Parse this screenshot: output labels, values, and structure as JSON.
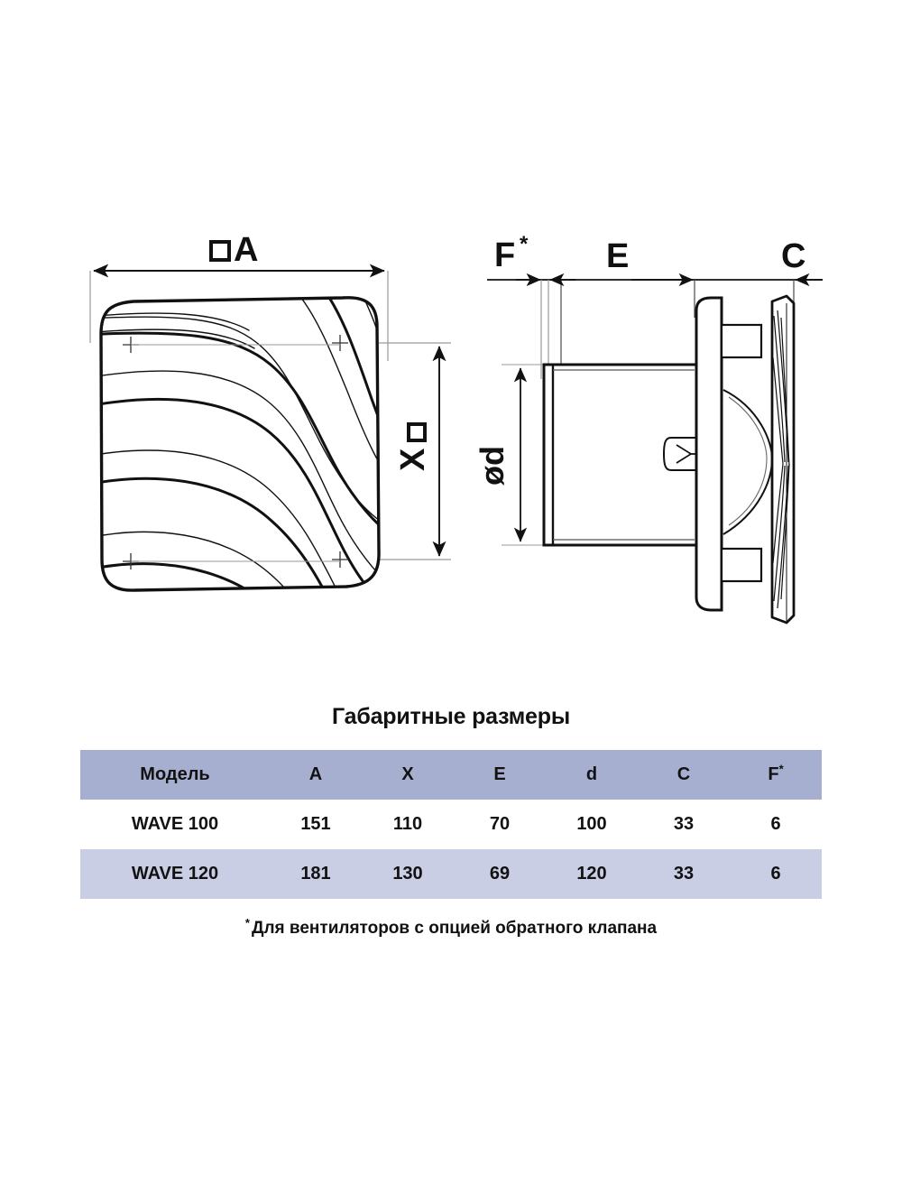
{
  "drawing": {
    "front_view": {
      "name": "front-view",
      "width_dim_label": "□A",
      "height_dim_label": "□X",
      "crosshair_count": 4,
      "wave_curve_count": 7
    },
    "side_view": {
      "name": "side-view",
      "dim_labels": {
        "f": "F",
        "f_superscript": "*",
        "e": "E",
        "c": "C",
        "d": "ød"
      }
    }
  },
  "table": {
    "title": "Габаритные размеры",
    "headers": {
      "model": "Модель",
      "a": "A",
      "x": "X",
      "e": "E",
      "d": "d",
      "c": "C",
      "f": "F",
      "f_superscript": "*"
    },
    "rows": [
      {
        "model": "WAVE 100",
        "a": "151",
        "x": "110",
        "e": "70",
        "d": "100",
        "c": "33",
        "f": "6"
      },
      {
        "model": "WAVE 120",
        "a": "181",
        "x": "130",
        "e": "69",
        "d": "120",
        "c": "33",
        "f": "6"
      }
    ],
    "footnote_star": "*",
    "footnote": "Для вентиляторов с опцией обратного клапана",
    "colors": {
      "header_bg": "#a7afd0",
      "row_alt_bg": "#c9cee5",
      "row_bg": "#ffffff",
      "text": "#121212"
    }
  }
}
